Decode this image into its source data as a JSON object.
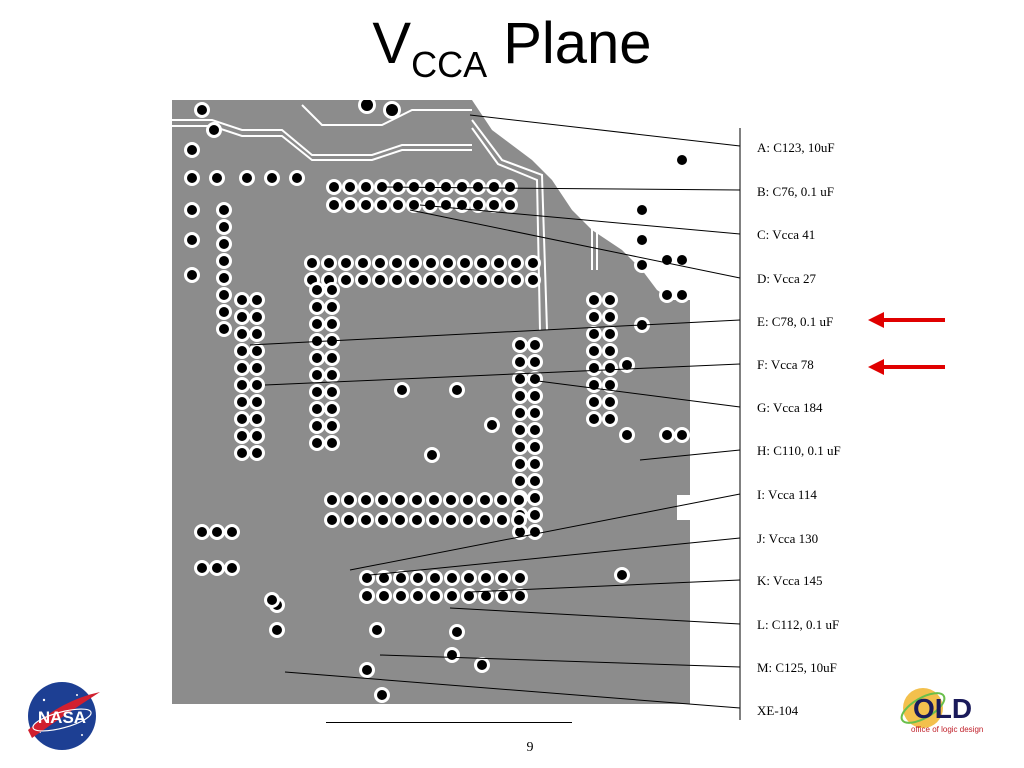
{
  "slide": {
    "title_main": "V",
    "title_sub": "CCA",
    "title_rest": " Plane",
    "page_number": "9"
  },
  "labels": [
    "A: C123, 10uF",
    "B: C76, 0.1 uF",
    "C: Vcca 41",
    "D: Vcca 27",
    "E: C78, 0.1 uF",
    "F: Vcca 78",
    "G: Vcca 184",
    "H: C110, 0.1 uF",
    "I: Vcca 114",
    "J: Vcca 130",
    "K: Vcca 145",
    "L: C112, 0.1 uF",
    "M: C125, 10uF",
    "XE-104"
  ],
  "logos": {
    "nasa_text": "NASA",
    "old_text": "OLD",
    "old_tagline": "office of logic design"
  },
  "colors": {
    "pcb_plane": "#8c8c8c",
    "pcb_background": "#ffffff",
    "via": "#000000",
    "arrow": "#e00000",
    "nasa_blue": "#1d3f93",
    "nasa_red": "#d1202f"
  },
  "highlighted_labels": [
    "E: C78, 0.1 uF",
    "F: Vcca 78"
  ]
}
